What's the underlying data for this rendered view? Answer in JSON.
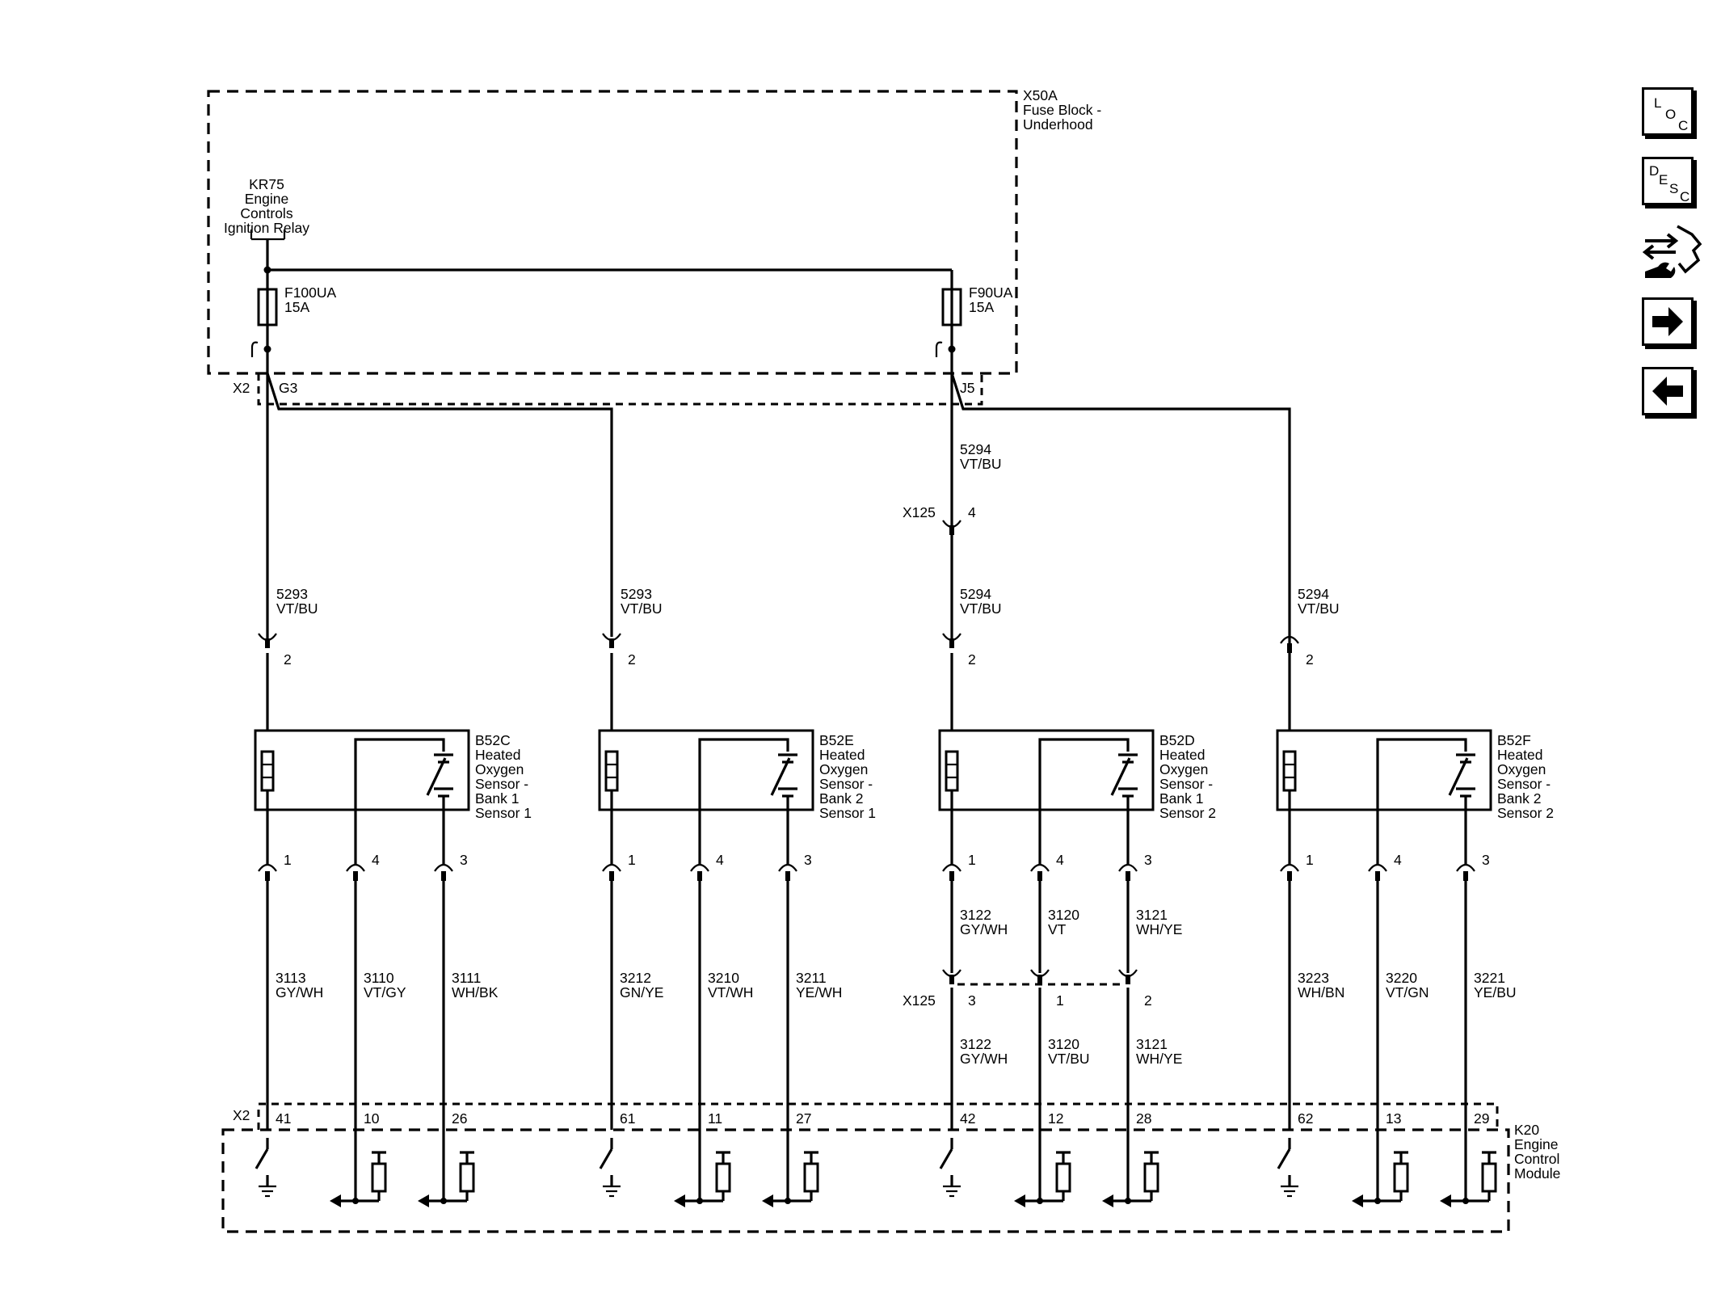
{
  "fuse_block": {
    "title": [
      "X50A",
      "Fuse Block -",
      "Underhood"
    ],
    "relay": [
      "KR75",
      "Engine",
      "Controls",
      "Ignition Relay"
    ],
    "fuse_left": [
      "F100UA",
      "15A"
    ],
    "fuse_right": [
      "F90UA",
      "15A"
    ],
    "connector": "X2",
    "pin_left": "G3",
    "pin_right": "J5"
  },
  "x125": {
    "name": "X125",
    "top_pin": "4",
    "pins_bottom": [
      "3",
      "1",
      "2"
    ]
  },
  "feed_wires": {
    "left": [
      "5293",
      "VT/BU"
    ],
    "right": [
      "5294",
      "VT/BU"
    ]
  },
  "sensors": [
    {
      "id": "b52c",
      "label": [
        "B52C",
        "Heated",
        "Oxygen",
        "Sensor -",
        "Bank 1",
        "Sensor 1"
      ],
      "power_wire": [
        "5293",
        "VT/BU"
      ],
      "power_pin": "2",
      "pins": [
        "1",
        "4",
        "3"
      ],
      "wires": [
        [
          "3113",
          "GY/WH"
        ],
        [
          "3110",
          "VT/GY"
        ],
        [
          "3111",
          "WH/BK"
        ]
      ],
      "ecm_pins": [
        "41",
        "10",
        "26"
      ]
    },
    {
      "id": "b52e",
      "label": [
        "B52E",
        "Heated",
        "Oxygen",
        "Sensor -",
        "Bank 2",
        "Sensor 1"
      ],
      "power_wire": [
        "5293",
        "VT/BU"
      ],
      "power_pin": "2",
      "pins": [
        "1",
        "4",
        "3"
      ],
      "wires": [
        [
          "3212",
          "GN/YE"
        ],
        [
          "3210",
          "VT/WH"
        ],
        [
          "3211",
          "YE/WH"
        ]
      ],
      "ecm_pins": [
        "61",
        "11",
        "27"
      ]
    },
    {
      "id": "b52d",
      "label": [
        "B52D",
        "Heated",
        "Oxygen",
        "Sensor -",
        "Bank 1",
        "Sensor 2"
      ],
      "power_wire": [
        "5294",
        "VT/BU"
      ],
      "power_pin": "2",
      "pins": [
        "1",
        "4",
        "3"
      ],
      "wires_upper": [
        [
          "3122",
          "GY/WH"
        ],
        [
          "3120",
          "VT"
        ],
        [
          "3121",
          "WH/YE"
        ]
      ],
      "wires": [
        [
          "3122",
          "GY/WH"
        ],
        [
          "3120",
          "VT/BU"
        ],
        [
          "3121",
          "WH/YE"
        ]
      ],
      "ecm_pins": [
        "42",
        "12",
        "28"
      ]
    },
    {
      "id": "b52f",
      "label": [
        "B52F",
        "Heated",
        "Oxygen",
        "Sensor -",
        "Bank 2",
        "Sensor 2"
      ],
      "power_wire": [
        "5294",
        "VT/BU"
      ],
      "power_pin": "2",
      "pins": [
        "1",
        "4",
        "3"
      ],
      "wires": [
        [
          "3223",
          "WH/BN"
        ],
        [
          "3220",
          "VT/GN"
        ],
        [
          "3221",
          "YE/BU"
        ]
      ],
      "ecm_pins": [
        "62",
        "13",
        "29"
      ]
    }
  ],
  "ecm": {
    "connector": "X2",
    "label": [
      "K20",
      "Engine",
      "Control",
      "Module"
    ]
  },
  "nav": {
    "loc": [
      "L",
      "O",
      "C"
    ],
    "desc": [
      "D",
      "E",
      "S",
      "C"
    ],
    "icons": [
      "loc-button",
      "desc-button",
      "connector-repair-icon",
      "next-arrow-icon",
      "previous-arrow-icon"
    ]
  }
}
